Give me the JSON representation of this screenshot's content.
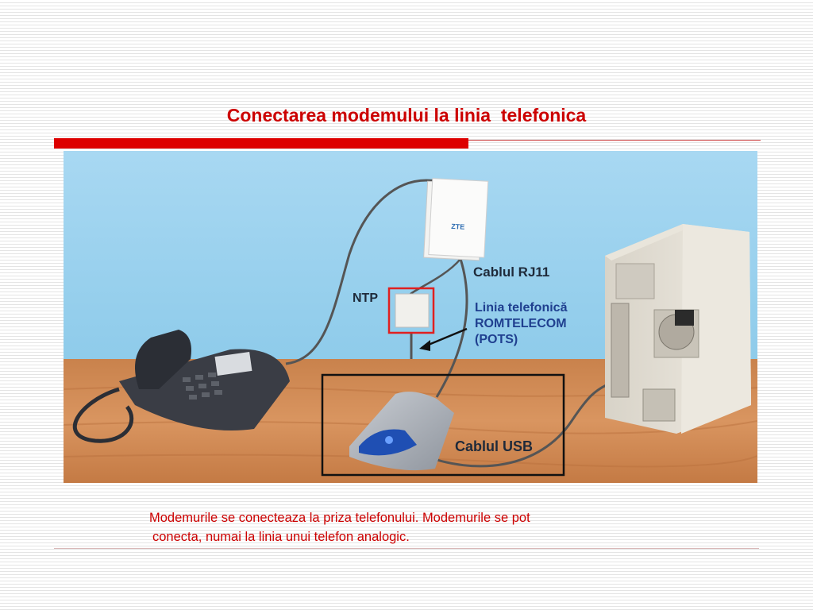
{
  "slide": {
    "title": "Conectarea modemului la linia  telefonica",
    "caption_line1": "Modemurile se conecteaza la priza telefonului. Modemurile se pot",
    "caption_line2": "conecta, numai la linia unui telefon analogic."
  },
  "illustration": {
    "labels": {
      "rj11": "Cablul RJ11",
      "ntp": "NTP",
      "line_1": "Linia telefonică",
      "line_2": "ROMTELECOM",
      "line_3": "(POTS)",
      "usb": "Cablul USB"
    },
    "modem_brand": "ZTE"
  },
  "colors": {
    "title": "#cc0000",
    "accent_bar": "#dd0000",
    "label_blue": "#1f3f8f",
    "wall": "#9ed3f0",
    "desk": "#d08a52"
  }
}
